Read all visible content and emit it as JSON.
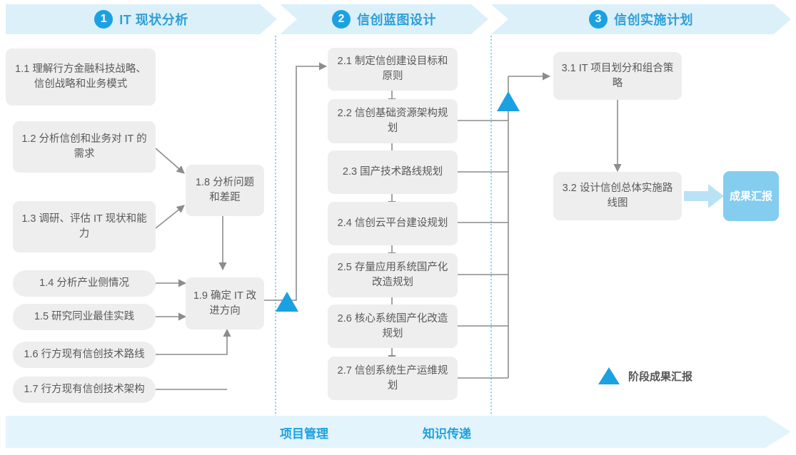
{
  "header": {
    "phases": [
      {
        "num": "1",
        "title": "IT 现状分析"
      },
      {
        "num": "2",
        "title": "信创蓝图设计"
      },
      {
        "num": "3",
        "title": "信创实施计划"
      }
    ]
  },
  "phase1": {
    "boxes": [
      {
        "id": "1.1",
        "label": "1.1 理解行方金融科技战略、信创战略和业务模式"
      },
      {
        "id": "1.2",
        "label": "1.2 分析信创和业务对 IT 的需求"
      },
      {
        "id": "1.3",
        "label": "1.3 调研、评估 IT 现状和能力"
      },
      {
        "id": "1.4",
        "label": "1.4 分析产业侧情况"
      },
      {
        "id": "1.5",
        "label": "1.5 研究同业最佳实践"
      },
      {
        "id": "1.6",
        "label": "1.6 行方现有信创技术路线"
      },
      {
        "id": "1.7",
        "label": "1.7 行方现有信创技术架构"
      },
      {
        "id": "1.8",
        "label": "1.8 分析问题和差距"
      },
      {
        "id": "1.9",
        "label": "1.9 确定 IT 改进方向"
      }
    ]
  },
  "phase2": {
    "boxes": [
      {
        "id": "2.1",
        "label": "2.1 制定信创建设目标和原则"
      },
      {
        "id": "2.2",
        "label": "2.2 信创基础资源架构规划"
      },
      {
        "id": "2.3",
        "label": "2.3 国产技术路线规划"
      },
      {
        "id": "2.4",
        "label": "2.4 信创云平台建设规划"
      },
      {
        "id": "2.5",
        "label": "2.5 存量应用系统国产化改造规划"
      },
      {
        "id": "2.6",
        "label": "2.6 核心系统国产化改造规划"
      },
      {
        "id": "2.7",
        "label": "2.7 信创系统生产运维规划"
      }
    ]
  },
  "phase3": {
    "boxes": [
      {
        "id": "3.1",
        "label": "3.1 IT 项目划分和组合策略"
      },
      {
        "id": "3.2",
        "label": "3.2 设计信创总体实施路线图"
      }
    ],
    "result_badge": "成果汇报"
  },
  "legend": {
    "milestone_label": "阶段成果汇报"
  },
  "footer": {
    "items": [
      {
        "label": "项目管理"
      },
      {
        "label": "知识传递"
      }
    ]
  },
  "colors": {
    "accent": "#1ba1e2",
    "ribbon_bg": "#dcf0fa",
    "box_bg": "#eeeeee",
    "box_text": "#595959",
    "badge_bg": "#84cdef",
    "footer_bg": "#e3f4fc",
    "connector": "#8c8c8c"
  }
}
